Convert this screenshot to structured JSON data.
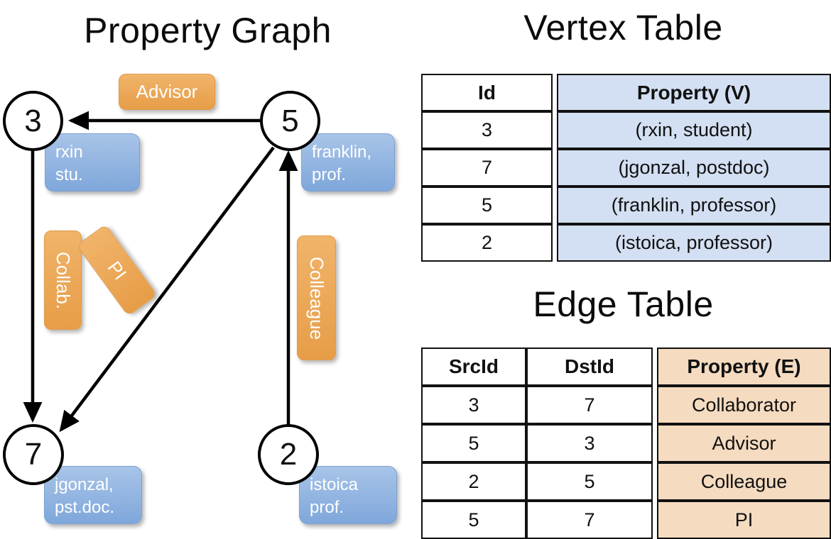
{
  "titles": {
    "property_graph": "Property Graph",
    "vertex_table": "Vertex Table",
    "edge_table": "Edge Table"
  },
  "graph": {
    "nodes": [
      {
        "id": "3",
        "name": "rxin",
        "role": "stu."
      },
      {
        "id": "5",
        "name": "franklin,",
        "role": "prof."
      },
      {
        "id": "7",
        "name": "jgonzal,",
        "role": "pst.doc."
      },
      {
        "id": "2",
        "name": "istoica",
        "role": "prof."
      }
    ],
    "edge_labels": [
      {
        "text": "Advisor"
      },
      {
        "text": "Collab."
      },
      {
        "text": "PI"
      },
      {
        "text": "Colleague"
      }
    ],
    "edges": [
      {
        "src": "5",
        "dst": "3",
        "label": "Advisor"
      },
      {
        "src": "3",
        "dst": "7",
        "label": "Collab."
      },
      {
        "src": "5",
        "dst": "7",
        "label": "PI"
      },
      {
        "src": "2",
        "dst": "5",
        "label": "Colleague"
      }
    ]
  },
  "vertex_table": {
    "headers": [
      "Id",
      "Property (V)"
    ],
    "rows": [
      {
        "id": "3",
        "property": "(rxin, student)"
      },
      {
        "id": "7",
        "property": "(jgonzal, postdoc)"
      },
      {
        "id": "5",
        "property": "(franklin, professor)"
      },
      {
        "id": "2",
        "property": "(istoica, professor)"
      }
    ]
  },
  "edge_table": {
    "headers": [
      "SrcId",
      "DstId",
      "Property (E)"
    ],
    "rows": [
      {
        "src": "3",
        "dst": "7",
        "property": "Collaborator"
      },
      {
        "src": "5",
        "dst": "3",
        "property": "Advisor"
      },
      {
        "src": "2",
        "dst": "5",
        "property": "Colleague"
      },
      {
        "src": "5",
        "dst": "7",
        "property": "PI"
      }
    ]
  },
  "colors": {
    "vertex_property_fill": "#d3dff2",
    "edge_property_fill": "#f5dbc0",
    "node_box_blue": "#7fa7db",
    "edge_label_orange": "#e79d47",
    "stroke": "#111111",
    "background": "#ffffff"
  }
}
